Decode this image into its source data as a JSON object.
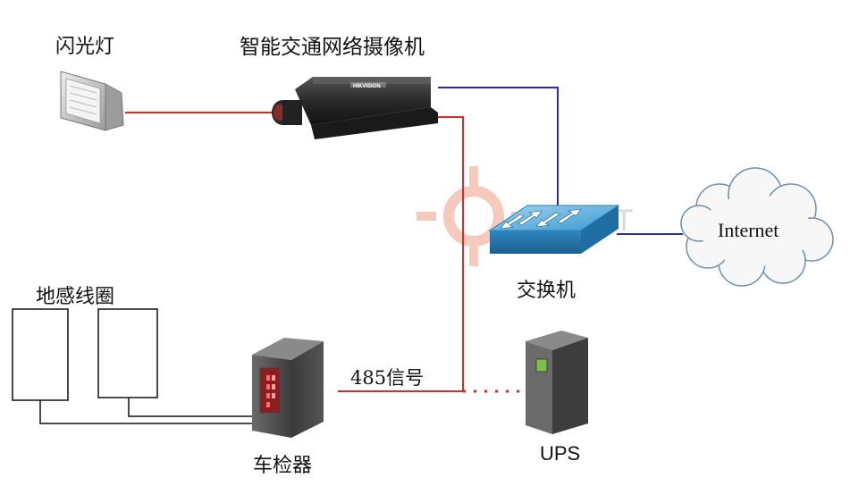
{
  "labels": {
    "flash_light": "闪光灯",
    "camera": "智能交通网络摄像机",
    "switch": "交换机",
    "internet": "Internet",
    "loop_coil": "地感线圈",
    "rs485": "485信号",
    "detector": "车检器",
    "ups": "UPS"
  },
  "camera_brand": "HIKVISION",
  "watermark": "ZL-ZT",
  "colors": {
    "power_line": "#d42b2b",
    "network_line": "#2a2ab8",
    "loop_line": "#111111",
    "switch_blue": "#3aa0d8",
    "cloud_fill": "#f7f7f7"
  }
}
